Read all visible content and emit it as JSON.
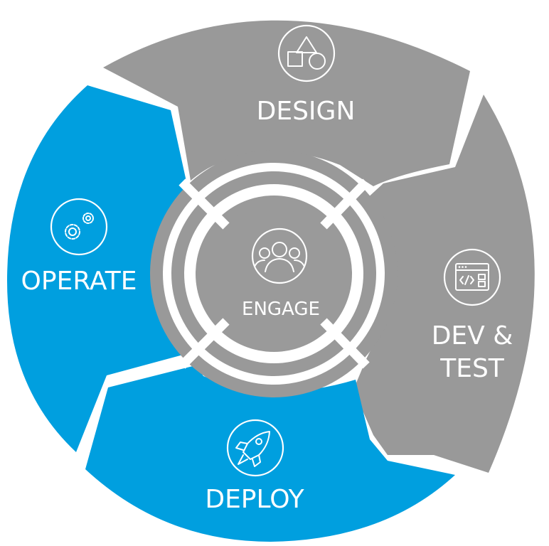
{
  "segments": {
    "design": {
      "label": "DESIGN",
      "color": "#999999",
      "icon": "shapes-icon"
    },
    "devtest": {
      "label_line1": "DEV &",
      "label_line2": "TEST",
      "color": "#999999",
      "icon": "code-window-icon"
    },
    "deploy": {
      "label": "DEPLOY",
      "color": "#009fdf",
      "icon": "rocket-icon"
    },
    "operate": {
      "label": "OPERATE",
      "color": "#009fdf",
      "icon": "gears-icon"
    }
  },
  "center": {
    "label": "ENGAGE",
    "color": "#9a9a9a",
    "ring_color": "#999999",
    "icon": "people-group-icon"
  }
}
